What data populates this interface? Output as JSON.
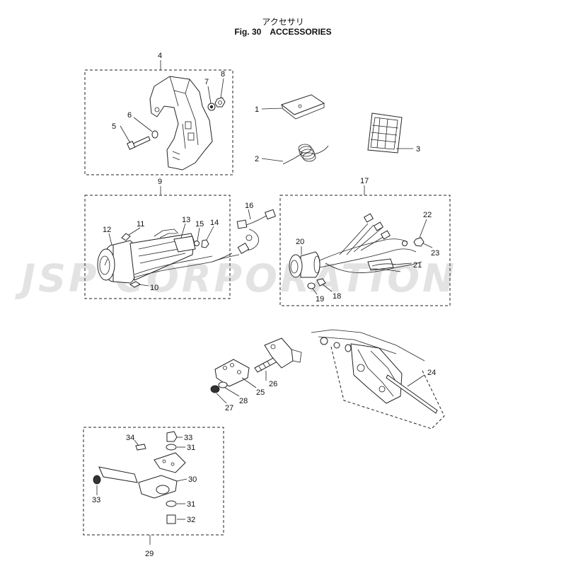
{
  "header": {
    "title_jp": "アクセサリ",
    "fig_label": "Fig. 30",
    "fig_title": "ACCESSORIES"
  },
  "watermark": "JSP CORPORATION",
  "callouts": {
    "c1": "1",
    "c2": "2",
    "c3": "3",
    "c4": "4",
    "c5": "5",
    "c6": "6",
    "c7": "7",
    "c8": "8",
    "c9": "9",
    "c10": "10",
    "c11": "11",
    "c12": "12",
    "c13": "13",
    "c14": "14",
    "c15": "15",
    "c16": "16",
    "c17": "17",
    "c18": "18",
    "c19": "19",
    "c20": "20",
    "c21": "21",
    "c22": "22",
    "c23": "23",
    "c24": "24",
    "c25": "25",
    "c26": "26",
    "c27": "27",
    "c28": "28",
    "c29": "29",
    "c30": "30",
    "c31a": "31",
    "c31b": "31",
    "c32": "32",
    "c33a": "33",
    "c33b": "33",
    "c34": "34"
  }
}
